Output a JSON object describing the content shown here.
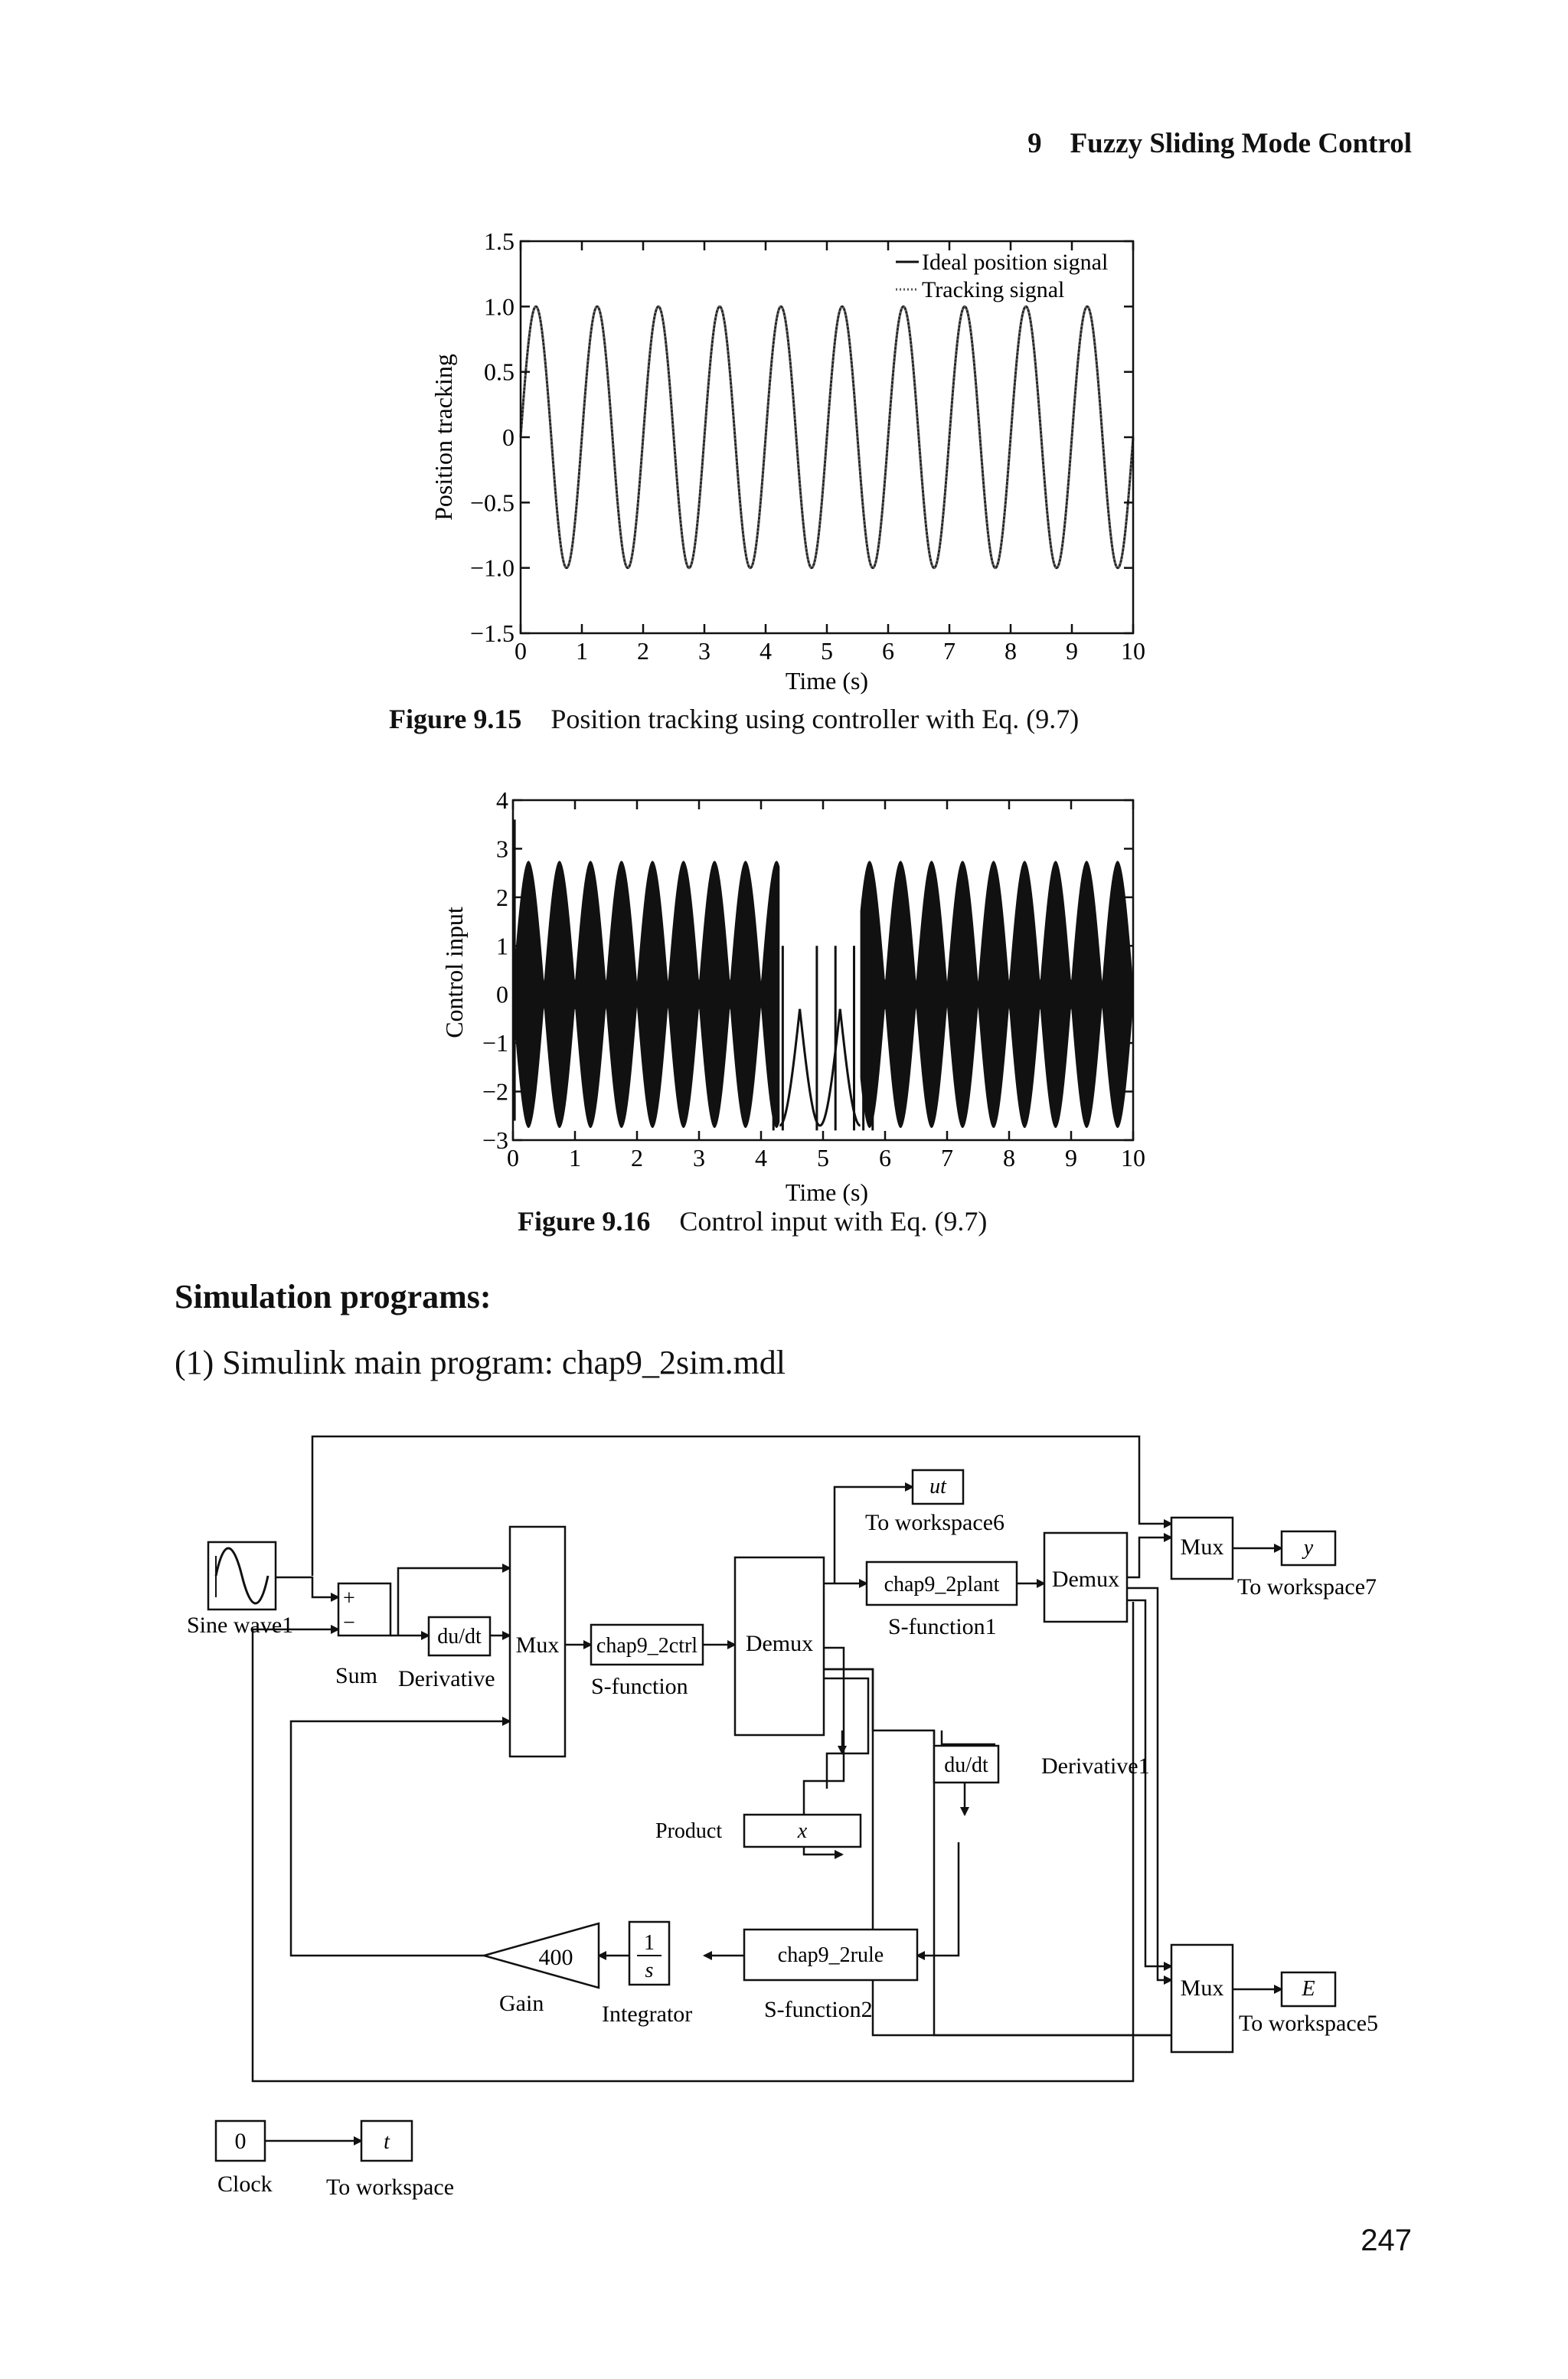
{
  "header": {
    "chapter": "9",
    "title": "Fuzzy Sliding Mode Control"
  },
  "figure1": {
    "caption_label": "Figure 9.15",
    "caption_text": "Position tracking using controller with Eq. (9.7)",
    "chart_data": {
      "type": "line",
      "xlabel": "Time (s)",
      "ylabel": "Position tracking",
      "xlim": [
        0,
        10
      ],
      "ylim": [
        -1.5,
        1.5
      ],
      "xticks": [
        "0",
        "1",
        "2",
        "3",
        "4",
        "5",
        "6",
        "7",
        "8",
        "9",
        "10"
      ],
      "yticks": [
        "1.5",
        "1.0",
        "0.5",
        "0",
        "−0.5",
        "−1.0",
        "−1.5"
      ],
      "legend": [
        "Ideal position signal",
        "Tracking signal"
      ],
      "legend_position": "top-right",
      "series": [
        {
          "name": "Ideal position signal",
          "function": "sin(2*pi*t)",
          "amplitude": 1.0,
          "frequency_hz": 1.0,
          "style": "solid"
        },
        {
          "name": "Tracking signal",
          "function": "sin(2*pi*t)",
          "amplitude": 1.0,
          "frequency_hz": 1.0,
          "style": "dotted"
        }
      ]
    }
  },
  "figure2": {
    "caption_label": "Figure 9.16",
    "caption_text": "Control input with Eq. (9.7)",
    "chart_data": {
      "type": "line",
      "xlabel": "Time (s)",
      "ylabel": "Control input",
      "xlim": [
        0,
        10
      ],
      "ylim": [
        -3,
        4
      ],
      "xticks": [
        "0",
        "1",
        "2",
        "3",
        "4",
        "5",
        "6",
        "7",
        "8",
        "9",
        "10"
      ],
      "yticks": [
        "4",
        "3",
        "2",
        "1",
        "0",
        "−1",
        "−2",
        "−3"
      ],
      "series": [
        {
          "name": "",
          "envelope_upper": "0.25 + 2.5*|sin(2*pi*t)|",
          "envelope_lower": "-0.25 - 2.5*|sin(2*pi*t)|",
          "band_center": 0,
          "quiet_interval": [
            4.3,
            5.6
          ],
          "style": "solid"
        }
      ]
    }
  },
  "section_title": "Simulation programs:",
  "program_line": "(1) Simulink main program: chap9_2sim.mdl",
  "diagram": {
    "blocks": {
      "sine_label": "Sine wave1",
      "sum_label": "Sum",
      "sum_plus": "+",
      "sum_minus": "−",
      "derivative_text": "du/dt",
      "derivative_label": "Derivative",
      "mux": "Mux",
      "ctrl_text": "chap9_2ctrl",
      "ctrl_label": "S-function",
      "demux": "Demux",
      "ut_text": "ut",
      "ut_label": "To workspace6",
      "plant_text": "chap9_2plant",
      "plant_label": "S-function1",
      "demux2": "Demux",
      "mux2": "Mux",
      "y_text": "y",
      "y_label": "To workspace7",
      "derivative1_text": "du/dt",
      "derivative1_label": "Derivative1",
      "product_text": "x",
      "product_label": "Product",
      "rule_text": "chap9_2rule",
      "rule_label": "S-function2",
      "integrator_num": "1",
      "integrator_den": "s",
      "integrator_label": "Integrator",
      "gain_text": "400",
      "gain_label": "Gain",
      "mux3": "Mux",
      "e_text": "E",
      "e_label": "To workspace5",
      "clock_text": "0",
      "clock_label": "Clock",
      "t_text": "t",
      "t_label": "To workspace"
    }
  },
  "page_number": "247"
}
